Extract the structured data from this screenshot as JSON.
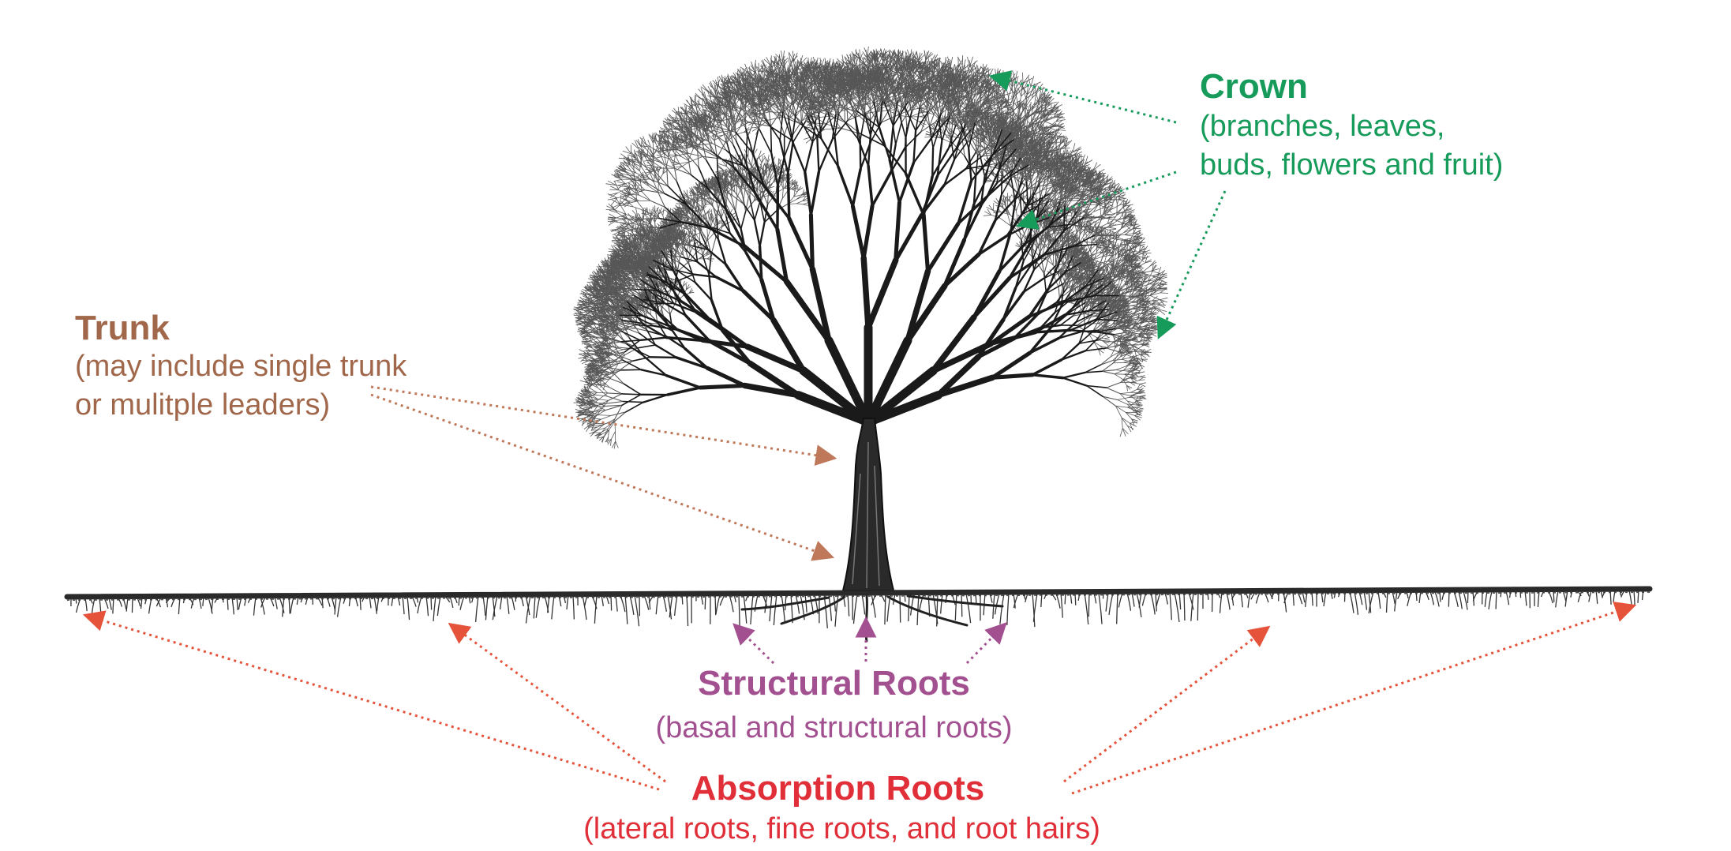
{
  "colors": {
    "crown": "#169b5a",
    "trunk": "#a0674a",
    "structural": "#a2508f",
    "absorption": "#e12f39",
    "absorption_arrow": "#e5533a",
    "ink": "#1a1a1a"
  },
  "labels": {
    "crown": {
      "title": "Crown",
      "description": "(branches, leaves,\nbuds, flowers and fruit)"
    },
    "trunk": {
      "title": "Trunk",
      "description": "(may include single trunk\nor mulitple leaders)"
    },
    "structural_roots": {
      "title": "Structural Roots",
      "description": "(basal and structural roots)"
    },
    "absorption_roots": {
      "title": "Absorption Roots",
      "description": "(lateral roots, fine roots, and root hairs)"
    }
  },
  "illustration": {
    "subject": "tree-with-root-system"
  }
}
